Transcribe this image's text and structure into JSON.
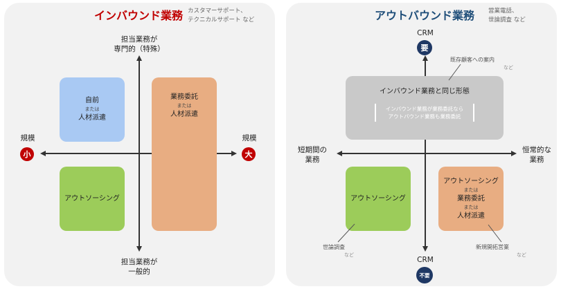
{
  "left": {
    "title": "インバウンド業務",
    "subtitle_line1": "カスタマーサポート、",
    "subtitle_line2": "テクニカルサポート など",
    "top_label_line1": "担当業務が",
    "top_label_line2": "専門的（特殊）",
    "bottom_label_line1": "担当業務が",
    "bottom_label_line2": "一般的",
    "left_label": "規模",
    "left_badge": "小",
    "right_label": "規模",
    "right_badge": "大",
    "box_self": {
      "title": "自前",
      "or": "または",
      "sub": "人材派遣"
    },
    "box_outsourcing": {
      "title": "アウトソーシング"
    },
    "box_entrust": {
      "title": "業務委託",
      "or": "または",
      "sub": "人材派遣"
    }
  },
  "right": {
    "title": "アウトバウンド業務",
    "subtitle_line1": "営業電話、",
    "subtitle_line2": "世論調査 など",
    "top_label": "CRM",
    "top_badge": "要",
    "bottom_label": "CRM",
    "bottom_badge": "不要",
    "left_label_line1": "短期間の",
    "left_label_line2": "業務",
    "right_label_line1": "恒常的な",
    "right_label_line2": "業務",
    "box_same": {
      "title": "インバウンド業務と同じ形態",
      "note_line1": "インバウンド業務が業務委託なら",
      "note_line2": "アウトバウンド業務も業務委託"
    },
    "box_outsourcing": {
      "title": "アウトソーシング"
    },
    "box_mixed": {
      "line1": "アウトソーシング",
      "or1": "または",
      "line2": "業務委託",
      "or2": "または",
      "line3": "人材派遣"
    },
    "callout_existing": "既存顧客への案内",
    "callout_existing_nado": "など",
    "callout_survey": "世論調査",
    "callout_survey_nado": "など",
    "callout_newbiz": "新規開拓営業",
    "callout_newbiz_nado": "など"
  },
  "colors": {
    "inbound_title": "#c00000",
    "outbound_title": "#1f4e79",
    "badge_red": "#c00000",
    "badge_navy": "#1f3864",
    "blue_box": "#a9c9f3",
    "green_box": "#9ccc5a",
    "orange_box": "#e8ad82",
    "gray_box": "#c9c9c9",
    "axis": "#333333"
  }
}
